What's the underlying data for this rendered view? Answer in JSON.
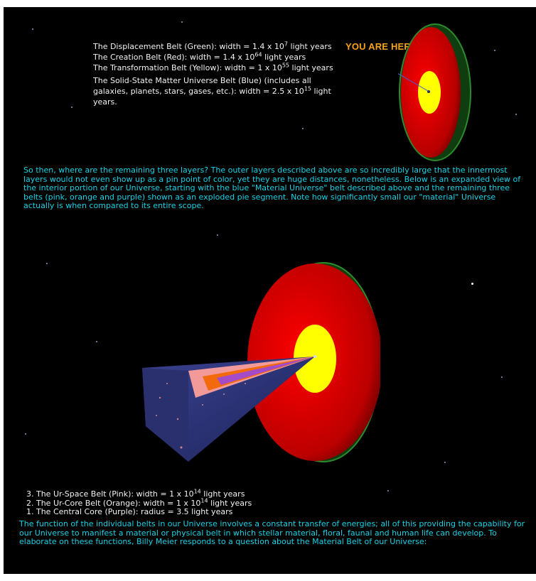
{
  "top_list": [
    {
      "label": "The Displacement Belt (Green): width = 1.4 x 10",
      "exp": "7",
      "tail": " light years"
    },
    {
      "label": "The Creation Belt (Red): width = 1.4 x 10",
      "exp": "64",
      "tail": " light years"
    },
    {
      "label": "The Transformation Belt (Yellow): width = 1 x 10",
      "exp": "55",
      "tail": " light years"
    },
    {
      "label": "The Solid-State Matter Universe Belt (Blue) (includes all galaxies, planets, stars, gases, etc.): width = 2.5 x 10",
      "exp": "15",
      "tail": " light years."
    }
  ],
  "you_are_here": "YOU ARE HERE",
  "paragraph_1": "So then, where are the remaining three layers? The outer layers described above are so incredibly large that the innermost layers would not even show up as a pin point of color, yet they are huge distances, nonetheless. Below is an expanded view of the interior portion of our Universe, starting with the blue \"Material Universe\" belt described above and the remaining three belts (pink, orange and purple) shown as an exploded pie segment. Note how significantly small our \"material\" Universe actually is when compared to its entire scope.",
  "core_list": [
    {
      "label": "3. The Ur-Space Belt (Pink): width = 1 x 10",
      "exp": "14",
      "tail": " light years"
    },
    {
      "label": "2. The Ur-Core Belt (Orange): width = 1 x 10",
      "exp": "14",
      "tail": " light years"
    },
    {
      "label": "1. The Central Core (Purple): radius = 3.5 light years",
      "exp": "",
      "tail": ""
    }
  ],
  "paragraph_2": "The function of the individual belts in our Universe involves a constant transfer of energies; all of this providing the capability for our Universe to manifest a material or physical belt in which stellar material, floral, faunal and human life can develop. To elaborate on these functions, Billy Meier responds to a question about the Material Belt of our Universe:",
  "colors": {
    "background": "#000000",
    "body_text": "#f2f2f2",
    "cyan_text": "#19d2e6",
    "label_orange": "#f7a21c",
    "displacement_green": "#1f6e1f",
    "creation_red": "#c40000",
    "transformation_yellow": "#ffff00",
    "material_blue": "#262c6e",
    "ur_space_pink": "#f29a9a",
    "ur_core_orange": "#f26a0c",
    "central_core_purple": "#a44cc8"
  }
}
